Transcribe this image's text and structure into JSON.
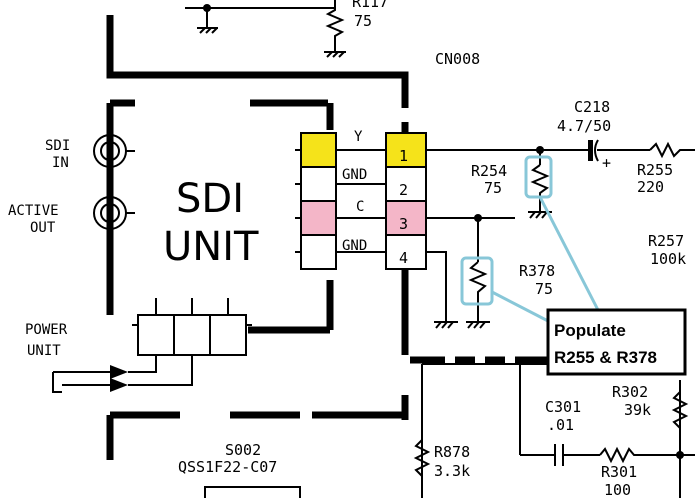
{
  "labels": {
    "r117_ref": "R117",
    "r117_val": "75",
    "connector": "CN008",
    "c218_ref": "C218",
    "c218_val": "4.7/50",
    "r255_ref": "R255",
    "r255_val": "220",
    "r254_ref": "R254",
    "r254_val": "75",
    "r257_ref": "R257",
    "r257_val": "100k",
    "r378_ref": "R378",
    "r378_val": "75",
    "r302_ref": "R302",
    "r302_val": "39k",
    "c301_ref": "C301",
    "c301_val": ".01",
    "r878_ref": "R878",
    "r878_val": "3.3k",
    "r301_ref": "R301",
    "r301_val": "100",
    "s002_ref": "S002",
    "s002_part": "QSS1F22-C07",
    "sdi_in_1": "SDI",
    "sdi_in_2": "IN",
    "active_out_1": "ACTIVE",
    "active_out_2": "OUT",
    "power_unit_1": "POWER",
    "power_unit_2": "UNIT",
    "sdi_unit_1": "SDI",
    "sdi_unit_2": "UNIT",
    "plus": "+"
  },
  "pins": {
    "signal_names": [
      "Y",
      "GND",
      "C",
      "GND"
    ],
    "numbers": [
      "1",
      "2",
      "3",
      "4"
    ]
  },
  "annotation": {
    "line1": "Populate",
    "line2": "R255 & R378"
  },
  "colors": {
    "pin_y": "#f5e31a",
    "pin_c": "#f4b6c8",
    "highlight": "#88c7d8"
  }
}
